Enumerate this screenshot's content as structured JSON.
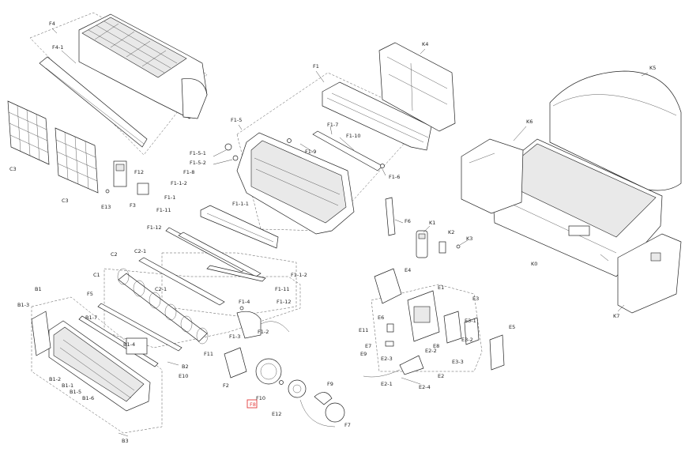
{
  "labels": {
    "F4": "F4",
    "F4_1": "F4-1",
    "C3a": "C3",
    "C3b": "C3",
    "F12": "F12",
    "E13": "E13",
    "F3": "F3",
    "F1": "F1",
    "K4": "K4",
    "K5": "K5",
    "K6": "K6",
    "K0": "K0",
    "K7": "K7",
    "F1_5": "F1-5",
    "F1_5_1": "F1-5-1",
    "F1_5_2": "F1-5-2",
    "F1_8": "F1-8",
    "F1_1_2a": "F1-1-2",
    "F1_1_1": "F1-1-1",
    "F1_7": "F1-7",
    "F1_9": "F1-9",
    "F1_10": "F1-10",
    "F1_6": "F1-6",
    "F1_1": "F1-1",
    "F1_11a": "F1-11",
    "F1_12a": "F1-12",
    "F1_1_2b": "F1-1-2",
    "F1_11b": "F1-11",
    "F1_12b": "F1-12",
    "F6": "F6",
    "K1": "K1",
    "K2": "K2",
    "K3": "K3",
    "C2": "C2",
    "C2_1a": "C2-1",
    "C2_1b": "C2-1",
    "C1": "C1",
    "F5": "F5",
    "F1_4": "F1-4",
    "F1_3": "F1-3",
    "F1_2": "F1-2",
    "F11": "F11",
    "F2": "F2",
    "B1": "B1",
    "B1_3": "B1-3",
    "B1_7": "B1-7",
    "B1_4": "B1-4",
    "B2": "B2",
    "E10": "E10",
    "B1_2": "B1-2",
    "B1_1": "B1-1",
    "B1_5": "B1-5",
    "B1_6": "B1-6",
    "B3": "B3",
    "E4": "E4",
    "E1": "E1",
    "E3": "E3",
    "E3_1": "E3-1",
    "E3_2": "E3-2",
    "E3_3": "E3-3",
    "E5": "E5",
    "E6": "E6",
    "E11": "E11",
    "E7": "E7",
    "E9": "E9",
    "E8": "E8",
    "E2_2": "E2-2",
    "E2_3": "E2-3",
    "E2": "E2",
    "E2_1": "E2-1",
    "E2_4": "E2-4",
    "F9": "F9",
    "F8": "F8",
    "F10": "F10",
    "E12": "E12",
    "F7": "F7"
  },
  "highlight_color": "#e23a3a"
}
